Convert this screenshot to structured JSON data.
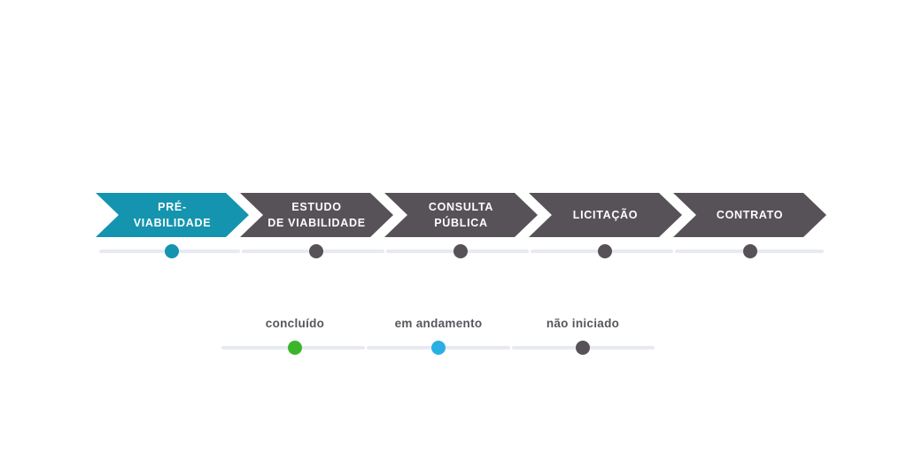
{
  "diagram": {
    "stages": [
      {
        "id": "pre-viabilidade",
        "lines": [
          "PRÉ-",
          "VIABILIDADE"
        ],
        "status": "em andamento",
        "arrow_color": "#1494ae",
        "dot_color": "#1494ae"
      },
      {
        "id": "estudo-de-viabilidade",
        "lines": [
          "ESTUDO",
          "DE VIABILIDADE"
        ],
        "status": "não iniciado",
        "arrow_color": "#575257",
        "dot_color": "#575257"
      },
      {
        "id": "consulta-publica",
        "lines": [
          "CONSULTA",
          "PÚBLICA"
        ],
        "status": "não iniciado",
        "arrow_color": "#575257",
        "dot_color": "#575257"
      },
      {
        "id": "licitacao",
        "lines": [
          "LICITAÇÃO"
        ],
        "status": "não iniciado",
        "arrow_color": "#575257",
        "dot_color": "#575257"
      },
      {
        "id": "contrato",
        "lines": [
          "CONTRATO"
        ],
        "status": "não iniciado",
        "arrow_color": "#575257",
        "dot_color": "#575257"
      }
    ],
    "legend": {
      "items": [
        {
          "id": "concluido",
          "label": "concluído",
          "dot_color": "#3cb52d"
        },
        {
          "id": "em-andamento",
          "label": "em andamento",
          "dot_color": "#29b0e2"
        },
        {
          "id": "nao-iniciado",
          "label": "não iniciado",
          "dot_color": "#575257"
        }
      ]
    },
    "colors": {
      "track_line": "#e7eaf3",
      "background": "#ffffff"
    }
  }
}
